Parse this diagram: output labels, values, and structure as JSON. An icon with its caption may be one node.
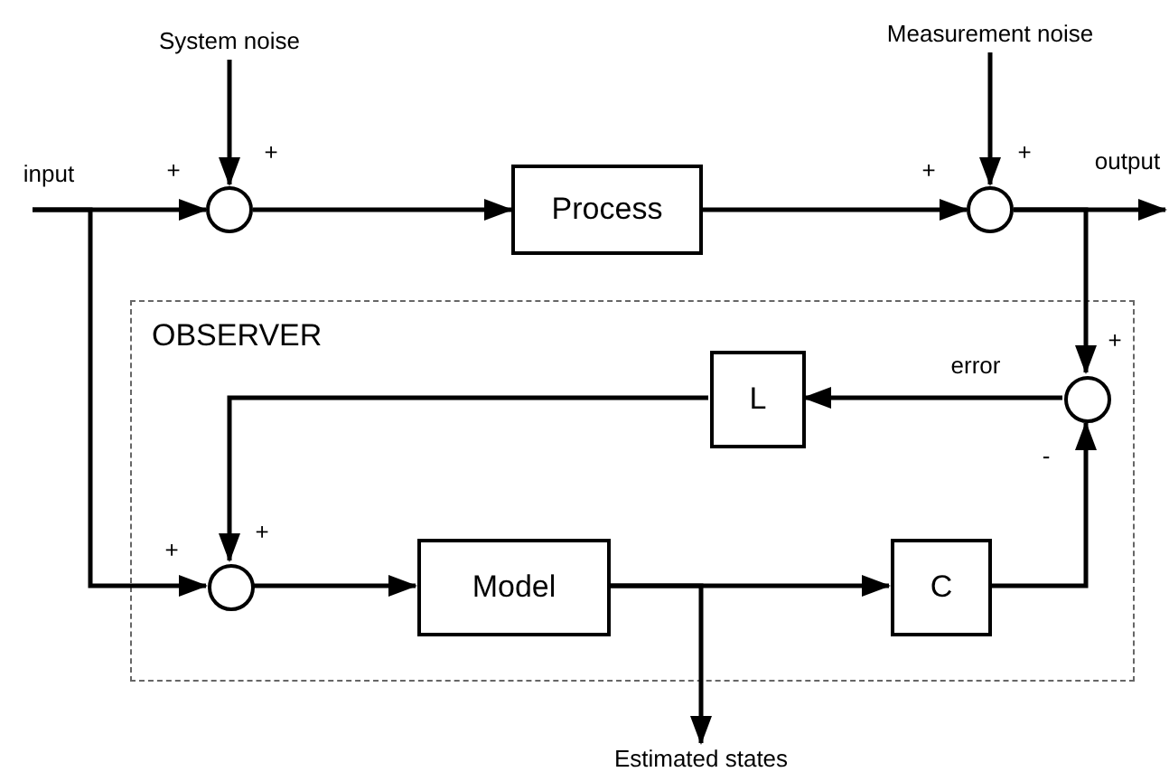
{
  "diagram": {
    "nodes": [
      {
        "text": [
          "System noise"
        ]
      },
      {
        "text": [],
        "shape": "circle"
      },
      {
        "text": [
          "Process"
        ]
      },
      {
        "text": [
          "Measurement noise"
        ]
      },
      {
        "text": [],
        "shape": "circle"
      },
      {
        "text": [
          "OBSERVER"
        ]
      },
      {
        "text": [
          "L"
        ],
        "in": 5
      },
      {
        "text": [],
        "shape": "circle",
        "in": 5
      },
      {
        "text": [],
        "shape": "circle",
        "in": 5
      },
      {
        "text": [
          "Model"
        ],
        "in": 5
      },
      {
        "text": [
          "C"
        ],
        "in": 5
      },
      {
        "text": [
          "Estimated states"
        ]
      }
    ],
    "edges": [
      {
        "from": null,
        "to": 1,
        "arrow": "to"
      },
      {
        "from": null,
        "to": 8,
        "arrow": "to"
      },
      {
        "from": 0,
        "to": 1,
        "arrow": "to"
      },
      {
        "from": 1,
        "to": 2,
        "arrow": "to"
      },
      {
        "from": 2,
        "to": 4,
        "arrow": "to"
      },
      {
        "from": 3,
        "to": 4,
        "arrow": "to"
      },
      {
        "from": 4,
        "to": null,
        "arrow": "to"
      },
      {
        "from": 4,
        "to": 7,
        "arrow": "to"
      },
      {
        "from": 7,
        "to": 6,
        "arrow": "to"
      },
      {
        "from": 6,
        "to": 8,
        "arrow": "to"
      },
      {
        "from": 8,
        "to": 9,
        "arrow": "to"
      },
      {
        "from": 9,
        "to": 10,
        "arrow": "to"
      },
      {
        "from": 9,
        "to": 11,
        "arrow": "to"
      },
      {
        "from": 10,
        "to": 7,
        "arrow": "to"
      }
    ],
    "labels": [
      "+",
      "+",
      "input",
      "+",
      "+",
      "output",
      "+",
      "error",
      "-",
      "+",
      "+"
    ]
  }
}
